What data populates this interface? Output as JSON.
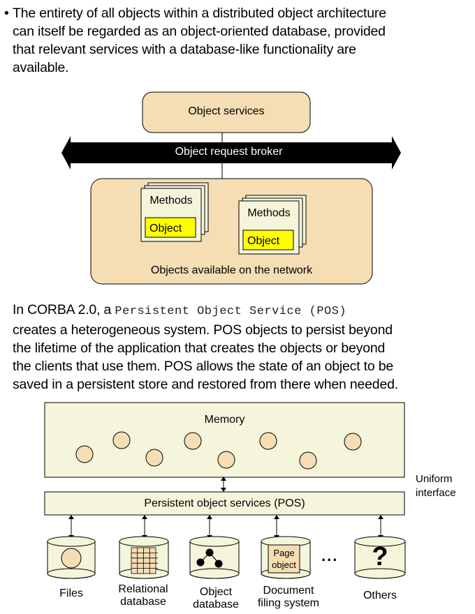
{
  "intro": {
    "bullet": "•",
    "lines": [
      "The entirety of all objects within a distributed object architecture",
      "can itself be regarded as an object-oriented database, provided",
      "that relevant services with a database-like functionality are",
      "available."
    ]
  },
  "diagram1": {
    "object_services": "Object services",
    "orb": "Object request broker",
    "network_label": "Objects available on the network",
    "stacks": [
      {
        "methods": "Methods",
        "object": "Object"
      },
      {
        "methods": "Methods",
        "object": "Object"
      }
    ]
  },
  "corba": {
    "prefix": "In CORBA 2.0, a ",
    "code": "Persistent Object Service (POS)",
    "lines": [
      "creates a heterogeneous system.  POS objects to persist beyond",
      "the lifetime of the application that creates the objects or beyond",
      "the clients that use them.  POS allows the state of an object to be",
      "saved in a persistent store and restored from there when needed."
    ]
  },
  "diagram2": {
    "memory": "Memory",
    "pos": "Persistent object services (POS)",
    "uniform_interface": [
      "Uniform",
      "interface"
    ],
    "ellipsis": "...",
    "stores": [
      {
        "icon": "circle-icon",
        "label": [
          "Files"
        ]
      },
      {
        "icon": "grid-table-icon",
        "label": [
          "Relational",
          "database"
        ]
      },
      {
        "icon": "object-graph-icon",
        "label": [
          "Object",
          "database"
        ]
      },
      {
        "icon": "page-object-icon",
        "label": [
          "Document",
          "filing system"
        ],
        "inner": [
          "Page",
          "object"
        ]
      },
      {
        "icon": "question-mark-icon",
        "label": [
          "Others"
        ],
        "inner": [
          "?"
        ]
      }
    ]
  },
  "colors": {
    "tan": "#f5deb3",
    "cream": "#f5f5dc",
    "yellow": "#ffff00",
    "black": "#000000"
  }
}
